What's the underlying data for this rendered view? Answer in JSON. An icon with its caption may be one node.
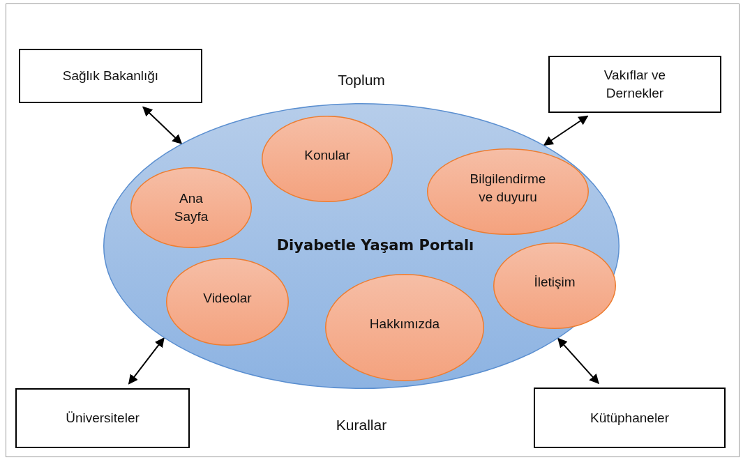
{
  "diagram": {
    "nodes": [
      {
        "text": [
          "Diyabetle Yaşam Portalı"
        ]
      },
      {
        "text": [
          "Ana Sayfa"
        ],
        "in": 0
      },
      {
        "text": [
          "Konular"
        ],
        "in": 0
      },
      {
        "text": [
          "Bilgilendirme ve duyuru"
        ],
        "in": 0
      },
      {
        "text": [
          "Videolar"
        ],
        "in": 0
      },
      {
        "text": [
          "İletişim"
        ],
        "in": 0
      },
      {
        "text": [
          "Hakkımızda"
        ],
        "in": 0
      },
      {
        "text": [
          "Sağlık Bakanlığı"
        ]
      },
      {
        "text": [
          "Vakıflar ve Dernekler"
        ]
      },
      {
        "text": [
          "Üniversiteler"
        ]
      },
      {
        "text": [
          "Kütüphaneler"
        ]
      }
    ],
    "edges": [
      {
        "from": 7,
        "to": 0,
        "arrow": "both"
      },
      {
        "from": 8,
        "to": 0,
        "arrow": "both"
      },
      {
        "from": 9,
        "to": 0,
        "arrow": "both"
      },
      {
        "from": 10,
        "to": 0,
        "arrow": "both"
      }
    ],
    "labels": [
      "Toplum",
      "Kurallar"
    ]
  }
}
